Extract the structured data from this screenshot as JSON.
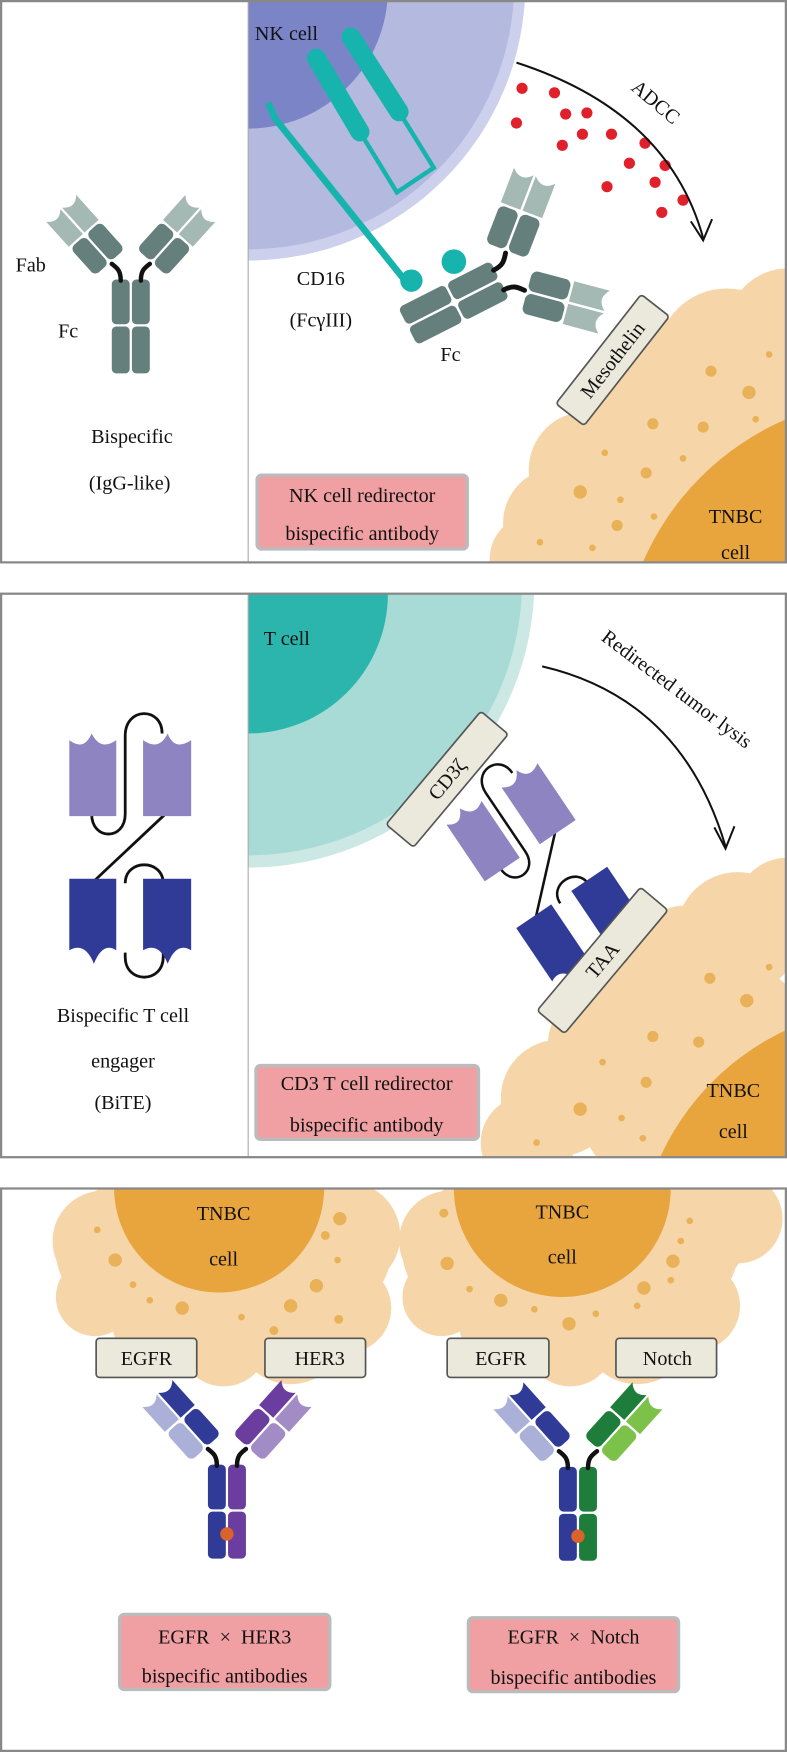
{
  "panel1": {
    "nk_cell": "NK cell",
    "adcc": "ADCC",
    "fab": "Fab",
    "fc_left": "Fc",
    "cd16": "CD16",
    "fcgamma": "(FcγIII)",
    "fc_right": "Fc",
    "mesothelin": "Mesothelin",
    "title_line1": "Bispecific",
    "title_line2": "(IgG-like)",
    "box_line1": "NK cell redirector",
    "box_line2": "bispecific antibody",
    "tnbc": "TNBC",
    "cell": "cell"
  },
  "panel2": {
    "t_cell": "T cell",
    "arrow_label": "Redirected tumor lysis",
    "cd3": "CD3ζ",
    "taa": "TAA",
    "title_line1": "Bispecific T cell",
    "title_line2": "engager",
    "title_line3": "(BiTE)",
    "box_line1": "CD3 T cell redirector",
    "box_line2": "bispecific antibody",
    "tnbc": "TNBC",
    "cell": "cell"
  },
  "panel3": {
    "left": {
      "tnbc": "TNBC",
      "cell": "cell",
      "antigen1": "EGFR",
      "antigen2": "HER3",
      "box_line1": "EGFR  ×  HER3",
      "box_line2": "bispecific antibodies"
    },
    "right": {
      "tnbc": "TNBC",
      "cell": "cell",
      "antigen1": "EGFR",
      "antigen2": "Notch",
      "box_line1": "EGFR  ×  Notch",
      "box_line2": "bispecific antibodies"
    }
  },
  "colors": {
    "nk_dark": "#7b84c6",
    "nk_light": "#b4b9df",
    "nk_rim": "#cdd0ec",
    "t_dark": "#2bb5ac",
    "t_light": "#a8dbd5",
    "t_rim": "#cbe8e4",
    "receptor": "#17b4ad",
    "granule": "#e0202a",
    "tumor_cytoplasm": "#f6d6a9",
    "tumor_nucleus": "#e8a53e",
    "tumor_granule": "#e9b258",
    "label_box": "#ebe9dc",
    "pink_box": "#f0a0a3",
    "igg_dark": "#65807c",
    "igg_light": "#a4b8b4",
    "bite_light": "#8f84c2",
    "bite_dark": "#303b97",
    "egfr_heavy": "#303b97",
    "egfr_light": "#aab0d8",
    "her3_heavy": "#6a3d9e",
    "her3_light": "#a38cc6",
    "notch_heavy": "#1f7d3c",
    "notch_light": "#7cc24a",
    "knob": "#d9632b"
  }
}
